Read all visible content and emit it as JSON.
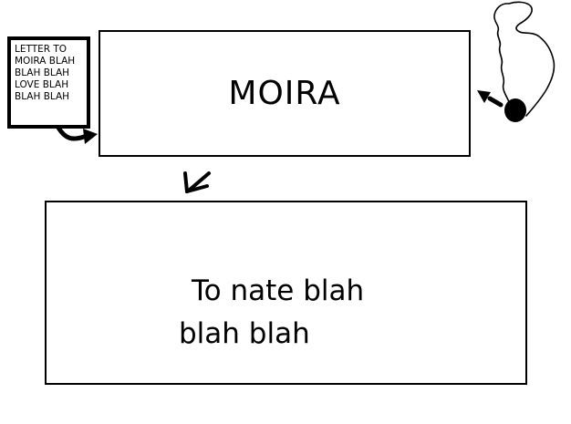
{
  "canvas": {
    "background": "#ffffff",
    "ink": "#000000",
    "description": "hand-drawn letter-to-envelope diagram"
  },
  "note_box": {
    "lines": [
      "LETTER TO",
      "MOIRA BLAH",
      "BLAH BLAH",
      "LOVE BLAH",
      "BLAH BLAH"
    ]
  },
  "envelope_box": {
    "label": "MOIRA"
  },
  "address_box": {
    "lines": [
      "To nate blah",
      "blah blah"
    ]
  },
  "icons": [
    {
      "name": "arrow-right-icon",
      "meaning": "note goes into envelope"
    },
    {
      "name": "arrow-down-left-icon",
      "meaning": "envelope goes to address side"
    },
    {
      "name": "arrow-left-icon",
      "meaning": "scribble points at envelope"
    },
    {
      "name": "scribble-balloon-icon",
      "meaning": "freehand scribble shape"
    },
    {
      "name": "ink-dot-icon",
      "meaning": "solid ink blob"
    }
  ]
}
